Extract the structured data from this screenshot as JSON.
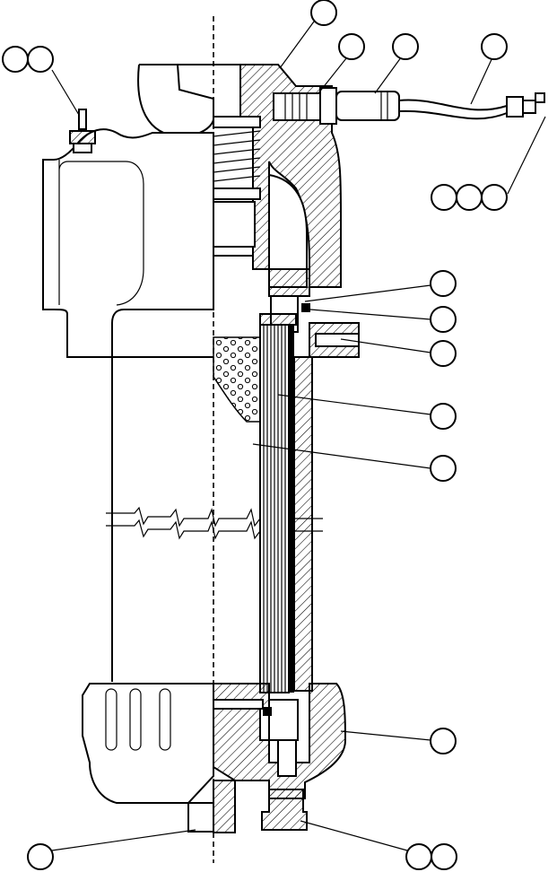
{
  "figure": {
    "kind": "exploded cross-section line drawing",
    "colors": {
      "line": "#000000",
      "background": "#ffffff"
    },
    "callout_groups": [
      {
        "id": "top-left-pair",
        "bubbles": 2
      },
      {
        "id": "top-center",
        "bubbles": 1
      },
      {
        "id": "top-sensor-a",
        "bubbles": 1
      },
      {
        "id": "top-sensor-b",
        "bubbles": 1
      },
      {
        "id": "top-right-wire",
        "bubbles": 1
      },
      {
        "id": "right-connector-triple",
        "bubbles": 3
      },
      {
        "id": "right-1",
        "bubbles": 1
      },
      {
        "id": "right-2",
        "bubbles": 1
      },
      {
        "id": "right-3",
        "bubbles": 1
      },
      {
        "id": "right-4",
        "bubbles": 1
      },
      {
        "id": "right-5",
        "bubbles": 1
      },
      {
        "id": "right-lower",
        "bubbles": 1
      },
      {
        "id": "bottom-left",
        "bubbles": 1
      },
      {
        "id": "bottom-right-pair",
        "bubbles": 2
      }
    ]
  }
}
